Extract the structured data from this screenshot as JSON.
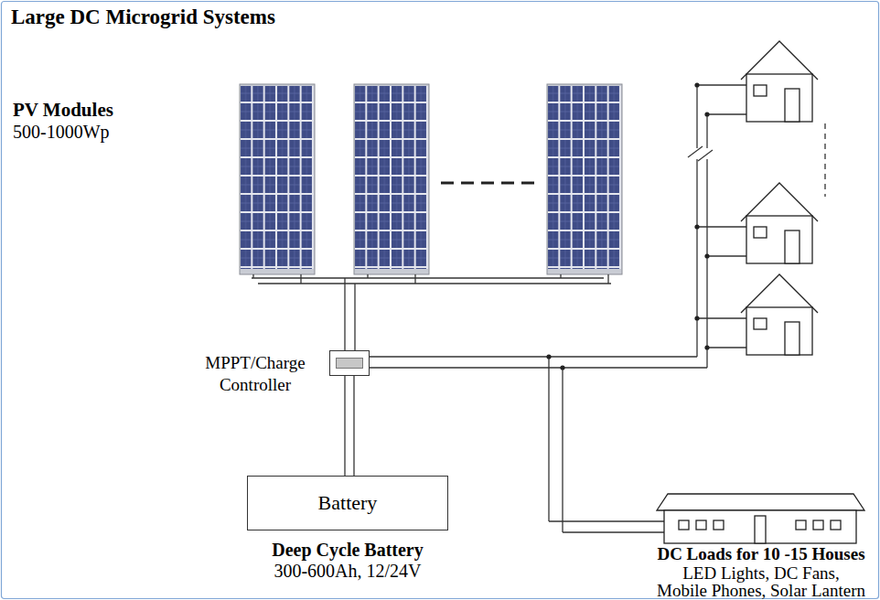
{
  "diagram": {
    "title": "Large DC Microgrid Systems",
    "nodes": [
      {
        "text": [
          "MPPT/Charge Controller"
        ]
      },
      {
        "text": [
          "Battery"
        ]
      }
    ],
    "edges": [
      {
        "from": 0,
        "to": 1,
        "arrow": "none"
      }
    ],
    "labels": [
      "PV Modules",
      "500-1000Wp",
      "Deep Cycle Battery",
      "300-600Ah, 12/24V",
      "DC Loads for 10 -15 Houses",
      "LED Lights, DC Fans, Mobile Phones, Solar Lantern"
    ]
  }
}
